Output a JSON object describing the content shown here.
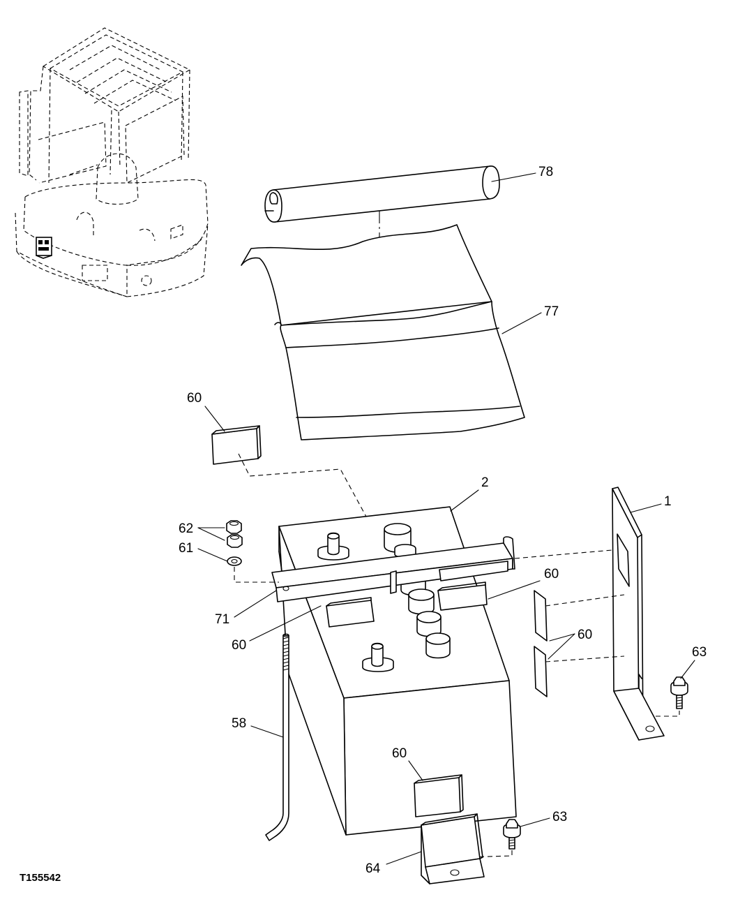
{
  "figure_id": "T155542",
  "callouts": {
    "c78": "78",
    "c77": "77",
    "c60a": "60",
    "c2": "2",
    "c1": "1",
    "c62": "62",
    "c61": "61",
    "c60b": "60",
    "c71": "71",
    "c60c": "60",
    "c60d": "60",
    "c63a": "63",
    "c58": "58",
    "c60e": "60",
    "c63b": "63",
    "c64": "64"
  }
}
